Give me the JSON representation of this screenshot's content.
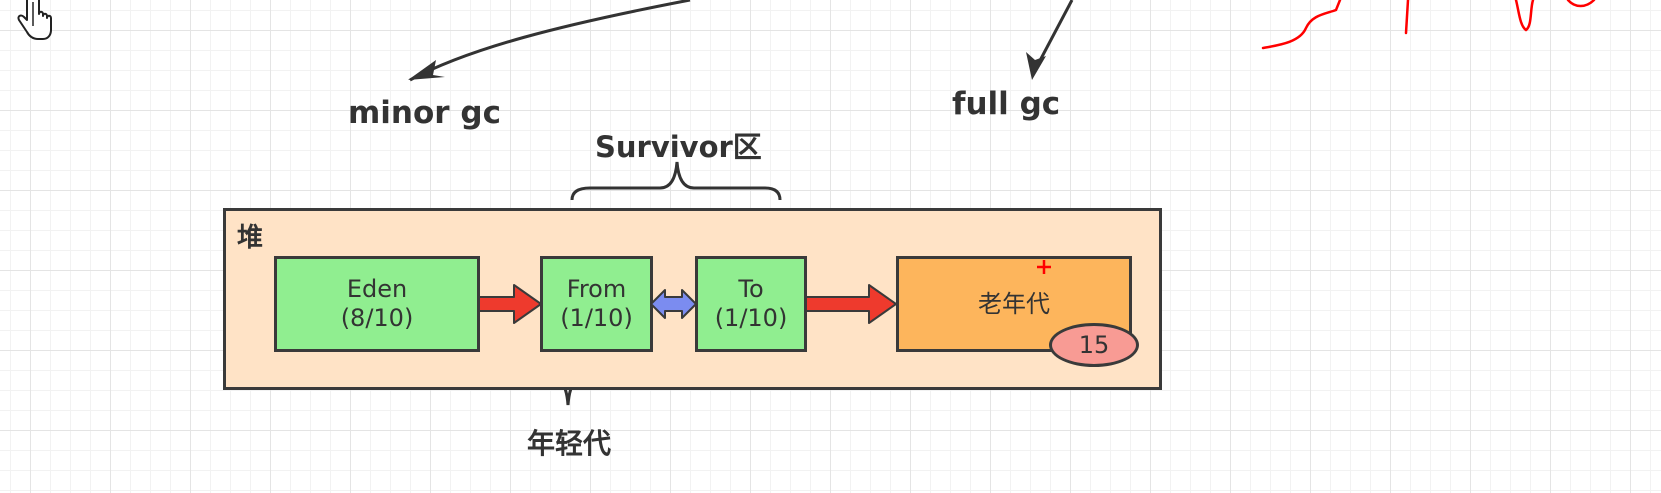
{
  "labels": {
    "minor_gc": "minor gc",
    "full_gc": "full gc",
    "survivor": "Survivor区",
    "young_gen": "年轻代"
  },
  "heap": {
    "title": "堆",
    "eden": {
      "name": "Eden",
      "ratio": "(8/10)"
    },
    "from": {
      "name": "From",
      "ratio": "(1/10)"
    },
    "to": {
      "name": "To",
      "ratio": "(1/10)"
    },
    "old_gen": {
      "name": "老年代",
      "badge": "15"
    }
  },
  "colors": {
    "heap_bg": "#ffe3c6",
    "young_box": "#90ee90",
    "old_box": "#fdb55c",
    "badge": "#f89b94",
    "flow_arrow": "#ee3a2d",
    "swap_arrow": "#7b8cf0",
    "annotation": "#ff0000"
  },
  "icons": {
    "cursor": "hand-pointer-icon",
    "plus": "plus-icon"
  }
}
